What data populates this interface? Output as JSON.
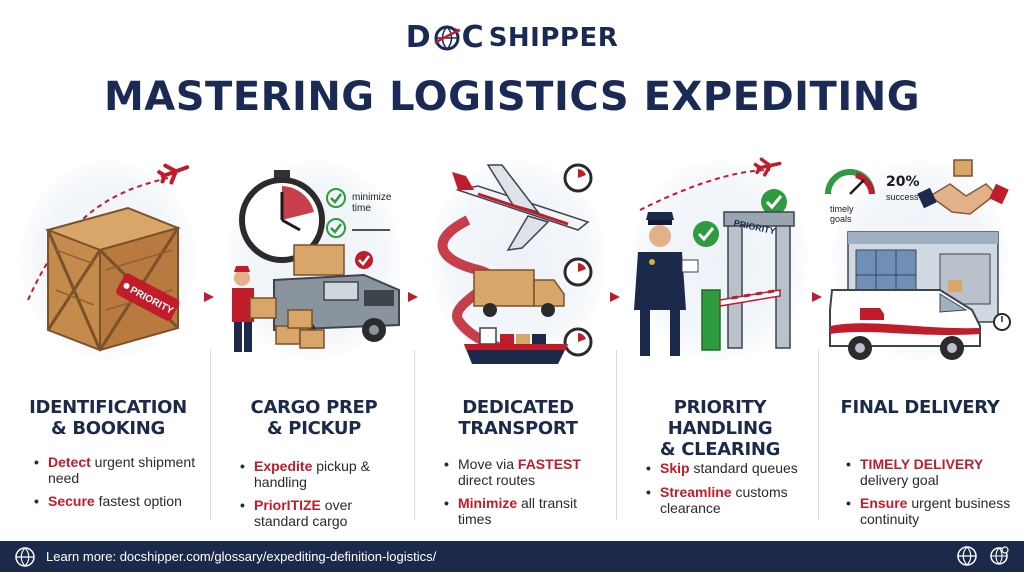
{
  "brand": {
    "left": "DOC",
    "right": "SHIPPER"
  },
  "headline": "MASTERING LOGISTICS EXPEDITING",
  "steps": [
    {
      "title_line1": "IDENTIFICATION",
      "title_line2": "& BOOKING",
      "bullets": [
        {
          "strong": "Detect",
          "rest": " urgent shipment need"
        },
        {
          "strong": "Secure",
          "rest": " fastest option"
        }
      ],
      "tag": "PRIORITY"
    },
    {
      "title_line1": "CARGO PREP",
      "title_line2": "& PICKUP",
      "bullets": [
        {
          "strong": "Expedite",
          "rest": " pickup & handling"
        },
        {
          "strong": "PriorITIZE",
          "rest": " over standard cargo"
        }
      ],
      "checklist_text": "minimize time"
    },
    {
      "title_line1": "DEDICATED",
      "title_line2": "TRANSPORT",
      "bullets": [
        {
          "pre": "Move via ",
          "strong": "FASTEST",
          "rest": " direct routes"
        },
        {
          "strong": "Minimize",
          "rest": " all transit times"
        }
      ]
    },
    {
      "title_line1": "PRIORITY HANDLING",
      "title_line2": "& CLEARING",
      "bullets": [
        {
          "strong": "Skip",
          "rest": " standard queues"
        },
        {
          "strong": "Streamline",
          "rest": " customs clearance"
        }
      ],
      "gate_label": "PRIORITY"
    },
    {
      "title_line1": "FINAL DELIVERY",
      "title_line2": "",
      "bullets": [
        {
          "strong": "TIMELY DELIVERY",
          "rest": " delivery goal"
        },
        {
          "strong": "Ensure",
          "rest": " urgent business continuity"
        }
      ],
      "gauge_text": "timely goals",
      "success_pct": "20%",
      "success_label": "success"
    }
  ],
  "footer": {
    "text": "Learn more: docshipper.com/glossary/expediting-definition-logistics/"
  },
  "colors": {
    "navy": "#1b2a4a",
    "red": "#c01c2b",
    "footer": "#1b2a4a"
  },
  "icons": [
    "globe-icon",
    "airplane-icon",
    "stopwatch-icon",
    "check-icon",
    "truck-icon",
    "ship-icon",
    "van-icon",
    "handshake-icon",
    "gauge-icon",
    "arrow-right-icon",
    "settings-icon"
  ]
}
